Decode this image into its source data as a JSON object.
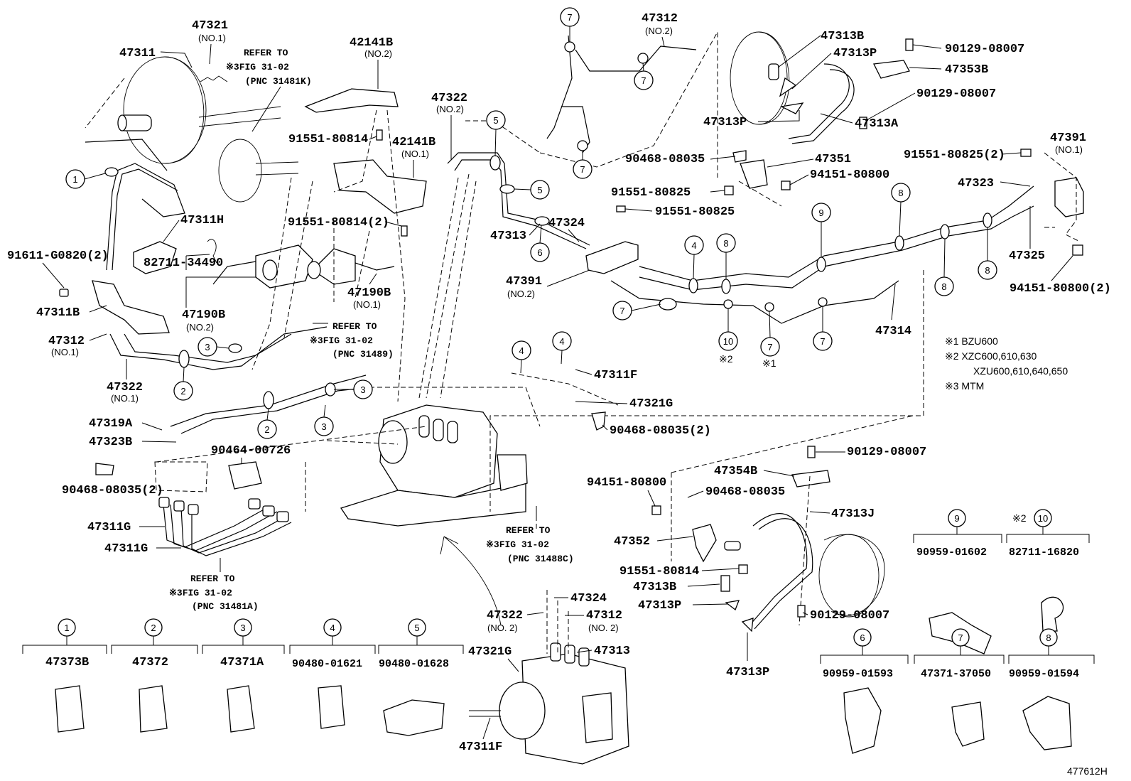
{
  "labels": [
    {
      "id": "l01",
      "text": "47321",
      "sub": "(NO.1)"
    },
    {
      "id": "l02",
      "text": "47311"
    },
    {
      "id": "l03",
      "text": "42141B",
      "sub": "(NO.2)"
    },
    {
      "id": "l04",
      "text": "47312",
      "sub": "(NO.2)"
    },
    {
      "id": "l05",
      "text": "47313B"
    },
    {
      "id": "l06",
      "text": "90129-08007"
    },
    {
      "id": "l07",
      "text": "47313P"
    },
    {
      "id": "l08",
      "text": "47353B"
    },
    {
      "id": "l09",
      "text": "90129-08007"
    },
    {
      "id": "l10",
      "text": "47322",
      "sub": "(NO.2)"
    },
    {
      "id": "l11",
      "text": "91551-80814"
    },
    {
      "id": "l12",
      "text": "42141B",
      "sub": "(NO.1)"
    },
    {
      "id": "l13",
      "text": "47313P"
    },
    {
      "id": "l14",
      "text": "47313A"
    },
    {
      "id": "l15",
      "text": "90468-08035"
    },
    {
      "id": "l16",
      "text": "47351"
    },
    {
      "id": "l17",
      "text": "91551-80825(2)"
    },
    {
      "id": "l18",
      "text": "47391",
      "sub": "(NO.1)"
    },
    {
      "id": "l19",
      "text": "94151-80800"
    },
    {
      "id": "l20",
      "text": "91551-80825"
    },
    {
      "id": "l21",
      "text": "47323"
    },
    {
      "id": "l22",
      "text": "91551-80825"
    },
    {
      "id": "l23",
      "text": "47311H"
    },
    {
      "id": "l24",
      "text": "47324"
    },
    {
      "id": "l25",
      "text": "91551-80814(2)"
    },
    {
      "id": "l26",
      "text": "47313"
    },
    {
      "id": "l27",
      "text": "91611-G0820(2)"
    },
    {
      "id": "l28",
      "text": "82711-34490"
    },
    {
      "id": "l29",
      "text": "47391",
      "sub": "(NO.2)"
    },
    {
      "id": "l30",
      "text": "47325"
    },
    {
      "id": "l31",
      "text": "94151-80800(2)"
    },
    {
      "id": "l32",
      "text": "47190B",
      "sub": "(NO.2)"
    },
    {
      "id": "l33",
      "text": "47190B",
      "sub": "(NO.1)"
    },
    {
      "id": "l34",
      "text": "47311B"
    },
    {
      "id": "l35",
      "text": "47312",
      "sub": "(NO.1)"
    },
    {
      "id": "l36",
      "text": "47314"
    },
    {
      "id": "l37",
      "text": "47322",
      "sub": "(NO.1)"
    },
    {
      "id": "l38",
      "text": "47311F"
    },
    {
      "id": "l39",
      "text": "47321G"
    },
    {
      "id": "l40",
      "text": "47319A"
    },
    {
      "id": "l41",
      "text": "90468-08035(2)"
    },
    {
      "id": "l42",
      "text": "47323B"
    },
    {
      "id": "l43",
      "text": "90464-00726"
    },
    {
      "id": "l44",
      "text": "90129-08007"
    },
    {
      "id": "l45",
      "text": "47354B"
    },
    {
      "id": "l46",
      "text": "90468-08035(2)"
    },
    {
      "id": "l47",
      "text": "94151-80800"
    },
    {
      "id": "l48",
      "text": "90468-08035"
    },
    {
      "id": "l49",
      "text": "47313J"
    },
    {
      "id": "l50",
      "text": "47311G"
    },
    {
      "id": "l51",
      "text": "47311G"
    },
    {
      "id": "l52",
      "text": "47352"
    },
    {
      "id": "l53",
      "text": "91551-80814"
    },
    {
      "id": "l54",
      "text": "47313B"
    },
    {
      "id": "l55",
      "text": "47313P"
    },
    {
      "id": "l56",
      "text": "90129-08007"
    },
    {
      "id": "l57",
      "text": "47324"
    },
    {
      "id": "l58",
      "text": "47322",
      "sub": "(NO. 2)"
    },
    {
      "id": "l59",
      "text": "47312",
      "sub": "(NO. 2)"
    },
    {
      "id": "l60",
      "text": "47313"
    },
    {
      "id": "l61",
      "text": "47321G"
    },
    {
      "id": "l62",
      "text": "47311F"
    },
    {
      "id": "l63",
      "text": "47313P"
    }
  ],
  "refer_notes": [
    {
      "id": "r1",
      "line1": "REFER TO",
      "line2": "※3FIG 31-02",
      "line3": "(PNC 31481K)"
    },
    {
      "id": "r2",
      "line1": "REFER TO",
      "line2": "※3FIG 31-02",
      "line3": "(PNC 31489)"
    },
    {
      "id": "r3",
      "line1": "REFER TO",
      "line2": "※3FIG 31-02",
      "line3": "(PNC 31488C)"
    },
    {
      "id": "r4",
      "line1": "REFER TO",
      "line2": "※3FIG 31-02",
      "line3": "(PNC 31481A)"
    }
  ],
  "legend_notes": {
    "n1": "※1 BZU600",
    "n2a": "※2 XZC600,610,630",
    "n2b": "XZU600,610,640,650",
    "n3": "※3 MTM"
  },
  "callout_marks": {
    "m2": "※2",
    "m1": "※1"
  },
  "clamp_callouts": [
    "1",
    "2",
    "3",
    "4",
    "5",
    "6",
    "7",
    "8",
    "9",
    "10"
  ],
  "clamp_table": [
    {
      "num": "1",
      "part": "47373B"
    },
    {
      "num": "2",
      "part": "47372"
    },
    {
      "num": "3",
      "part": "47371A"
    },
    {
      "num": "4",
      "part": "90480-01621"
    },
    {
      "num": "5",
      "part": "90480-01628"
    },
    {
      "num": "6",
      "part": "90959-01593"
    },
    {
      "num": "7",
      "part": "47371-37050"
    },
    {
      "num": "8",
      "part": "90959-01594"
    },
    {
      "num": "9",
      "part": "90959-01602"
    },
    {
      "num": "10",
      "part": "82711-16820",
      "mark": "※2"
    }
  ],
  "figure_id": "477612H"
}
